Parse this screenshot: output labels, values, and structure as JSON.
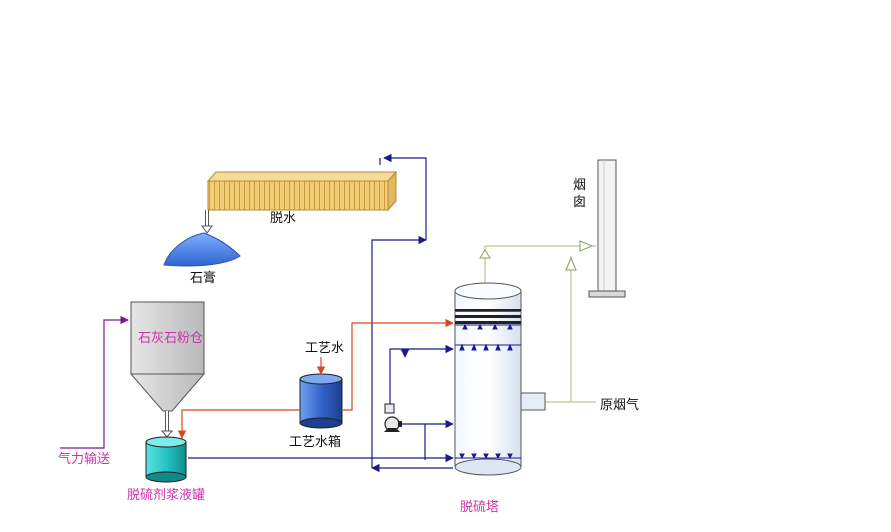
{
  "labels": {
    "dewatering": "脱水",
    "gypsum": "石膏",
    "chimney": "烟囱",
    "limestone_silo": "石灰石粉仓",
    "process_water": "工艺水",
    "process_water_tank": "工艺水箱",
    "pneumatic_conveying": "气力输送",
    "slurry_tank": "脱硫剂浆液罐",
    "absorber_tower": "脱硫塔",
    "raw_flue_gas": "原烟气"
  },
  "colors": {
    "pipe_blue": "#1a1a8c",
    "pipe_red": "#d9471f",
    "pipe_purple": "#7a1a8a",
    "gas_line": "#b8c98a",
    "label_magenta": "#cc33aa",
    "label_black": "#111111",
    "gypsum_blue": "#3f7fe0",
    "tank_cyan": "#23c4c4",
    "water_tank_blue": "#3b6fd1",
    "dewater_yellow": "#f2cf76"
  },
  "icons": {
    "pump": "pump-icon",
    "spray_nozzle": "spray-nozzle-icon"
  }
}
